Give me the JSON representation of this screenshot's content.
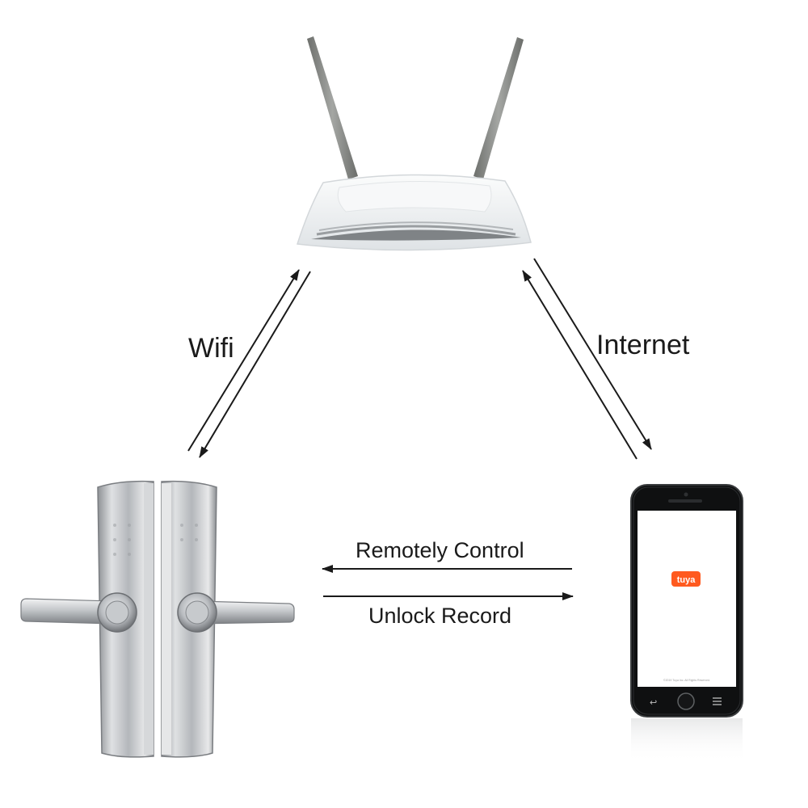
{
  "labels": {
    "wifi": "Wifi",
    "internet": "Internet",
    "remote_control": "Remotely Control",
    "unlock_record": "Unlock Record"
  },
  "phone": {
    "app_logo_text": "tuya",
    "footer_text": "©2019 Tuya Inc. All Rights Reserved."
  },
  "colors": {
    "background": "#ffffff",
    "arrow": "#1a1a1a",
    "tuya_orange": "#ff5a1f",
    "steel": "#b9bcc0",
    "router_body": "#eceff1",
    "antenna": "#7d7f7c"
  },
  "icons": {
    "router": "wifi-router-icon",
    "lock": "smart-door-lock-icon",
    "phone": "smartphone-icon"
  }
}
